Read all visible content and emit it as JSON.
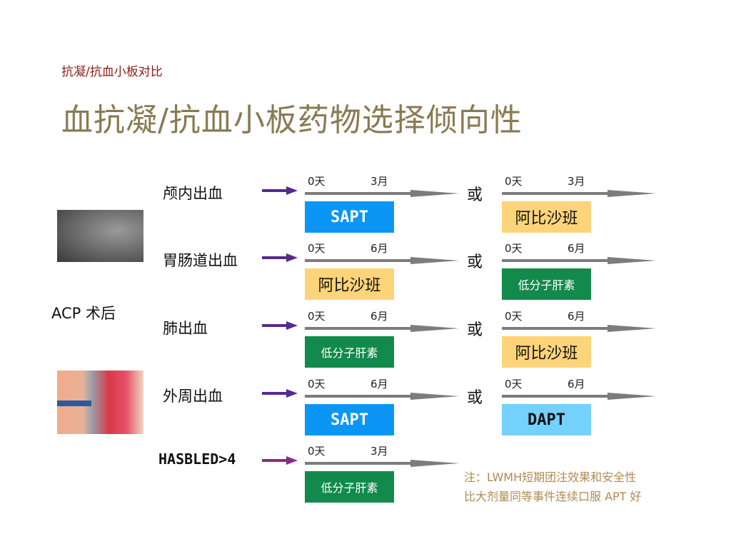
{
  "subtitle": "抗凝/抗血小板对比",
  "title": "血抗凝/抗血小板药物选择倾向性",
  "side_label": "ACP 术后",
  "or_label": "或",
  "colors": {
    "SAPT": "#0b96f5",
    "阿比沙班": "#fdd47a",
    "低分子肝素": "#118a4b",
    "DAPT": "#74d1fb"
  },
  "rows": [
    {
      "label": "颅内出血",
      "left": {
        "start": "0天",
        "end": "3月",
        "drug": "SAPT"
      },
      "right": {
        "start": "0天",
        "end": "3月",
        "drug": "阿比沙班"
      }
    },
    {
      "label": "胃肠道出血",
      "left": {
        "start": "0天",
        "end": "6月",
        "drug": "阿比沙班"
      },
      "right": {
        "start": "0天",
        "end": "6月",
        "drug": "低分子肝素"
      }
    },
    {
      "label": "肺出血",
      "left": {
        "start": "0天",
        "end": "6月",
        "drug": "低分子肝素"
      },
      "right": {
        "start": "0天",
        "end": "6月",
        "drug": "阿比沙班"
      }
    },
    {
      "label": "外周出血",
      "left": {
        "start": "0天",
        "end": "6月",
        "drug": "SAPT"
      },
      "right": {
        "start": "0天",
        "end": "6月",
        "drug": "DAPT"
      }
    },
    {
      "label": "HASBLED>4",
      "left": {
        "start": "0天",
        "end": "3月",
        "drug": "低分子肝素"
      }
    }
  ],
  "note": {
    "line1": "注：LWMH短期团注效果和安全性",
    "line2": "比大剂量同等事件连续口服 APT 好"
  }
}
